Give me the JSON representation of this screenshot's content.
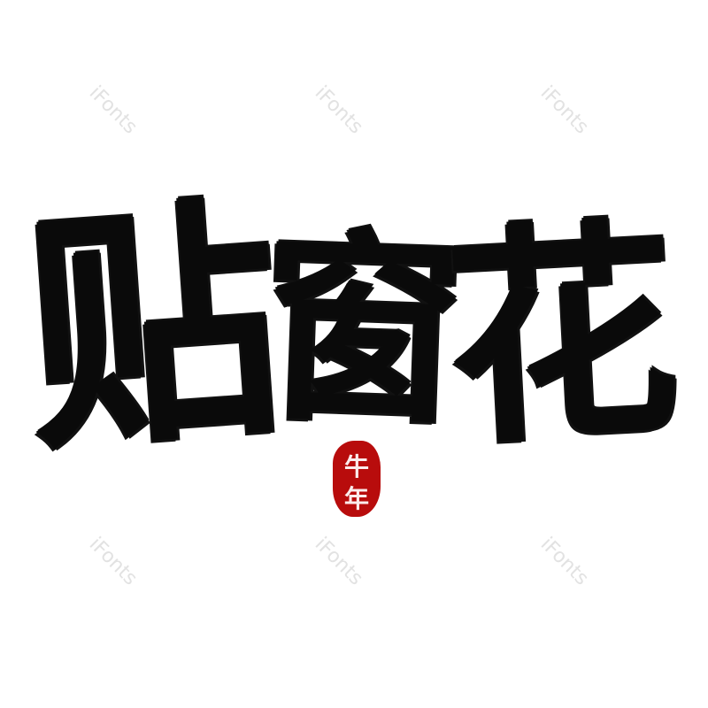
{
  "title": {
    "chars": [
      "贴",
      "窗",
      "花"
    ]
  },
  "seal": {
    "chars": [
      "牛",
      "年"
    ],
    "color": "#b80c0c"
  },
  "watermark": "iFonts",
  "colors": {
    "ink": "#0a0a0a",
    "background": "#ffffff",
    "watermark": "#e2e2e2"
  }
}
